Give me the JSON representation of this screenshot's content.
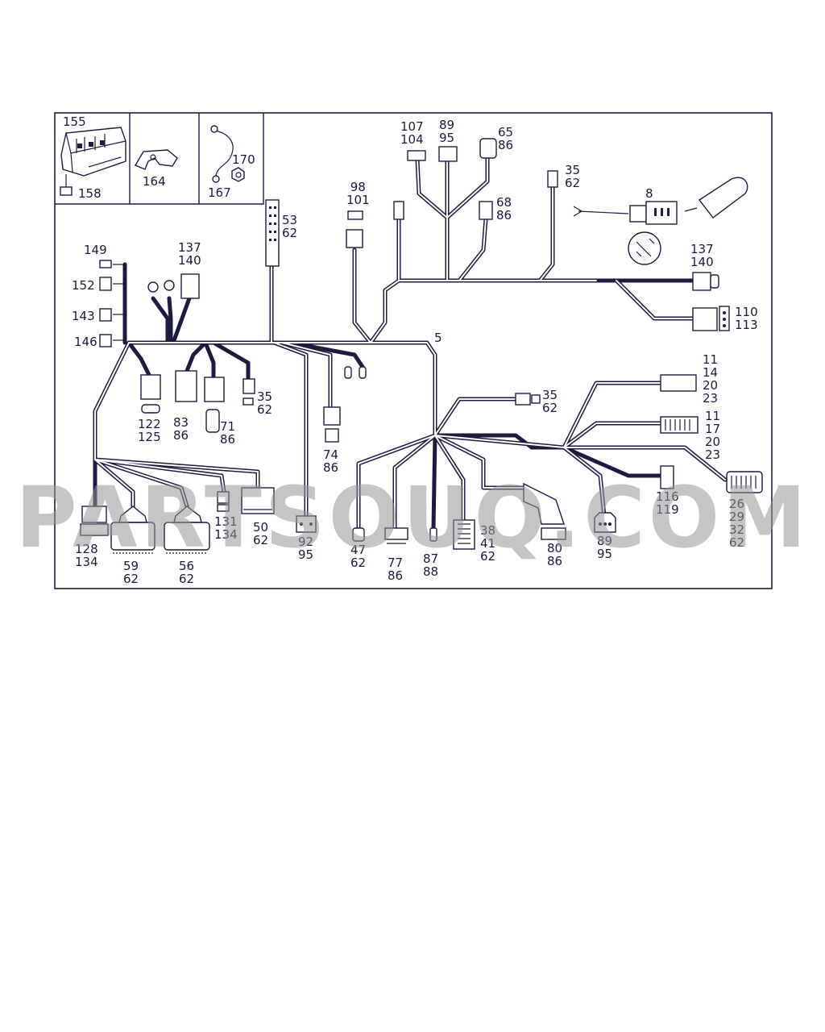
{
  "watermark": "PARTSOUQ.COM",
  "colors": {
    "line": "#1c1c40",
    "label": "#1a1a3e",
    "watermark": "#969696"
  },
  "labels": {
    "l155": "155",
    "l158": "158",
    "l164": "164",
    "l170": "170",
    "l167": "167",
    "l107": "107",
    "l104": "104",
    "l89a": "89",
    "l95a": "95",
    "l65": "65",
    "l86a": "86",
    "l35a": "35",
    "l62a": "62",
    "l98": "98",
    "l101": "101",
    "l68": "68",
    "l86b": "86",
    "l8": "8",
    "l53": "53",
    "l62b": "62",
    "l137a": "137",
    "l140a": "140",
    "l137b": "137",
    "l140b": "140",
    "l149": "149",
    "l152": "152",
    "l143": "143",
    "l146": "146",
    "l110": "110",
    "l113": "113",
    "l5": "5",
    "l11a": "11",
    "l14": "14",
    "l20a": "20",
    "l23a": "23",
    "l35b": "35",
    "l62c": "62",
    "l122": "122",
    "l125": "125",
    "l83": "83",
    "l86c": "86",
    "l71": "71",
    "l86d": "86",
    "l35c": "35",
    "l62d": "62",
    "l74": "74",
    "l86e": "86",
    "l11b": "11",
    "l17": "17",
    "l20b": "20",
    "l23b": "23",
    "l116": "116",
    "l119": "119",
    "l26": "26",
    "l29": "29",
    "l32": "32",
    "l62e": "62",
    "l128": "128",
    "l134a": "134",
    "l59": "59",
    "l62f": "62",
    "l56": "56",
    "l62g": "62",
    "l131": "131",
    "l134b": "134",
    "l50": "50",
    "l62h": "62",
    "l92": "92",
    "l95b": "95",
    "l47": "47",
    "l62i": "62",
    "l77": "77",
    "l86f": "86",
    "l87": "87",
    "l88": "88",
    "l38": "38",
    "l41": "41",
    "l62j": "62",
    "l80": "80",
    "l86g": "86",
    "l89b": "89",
    "l95c": "95"
  }
}
